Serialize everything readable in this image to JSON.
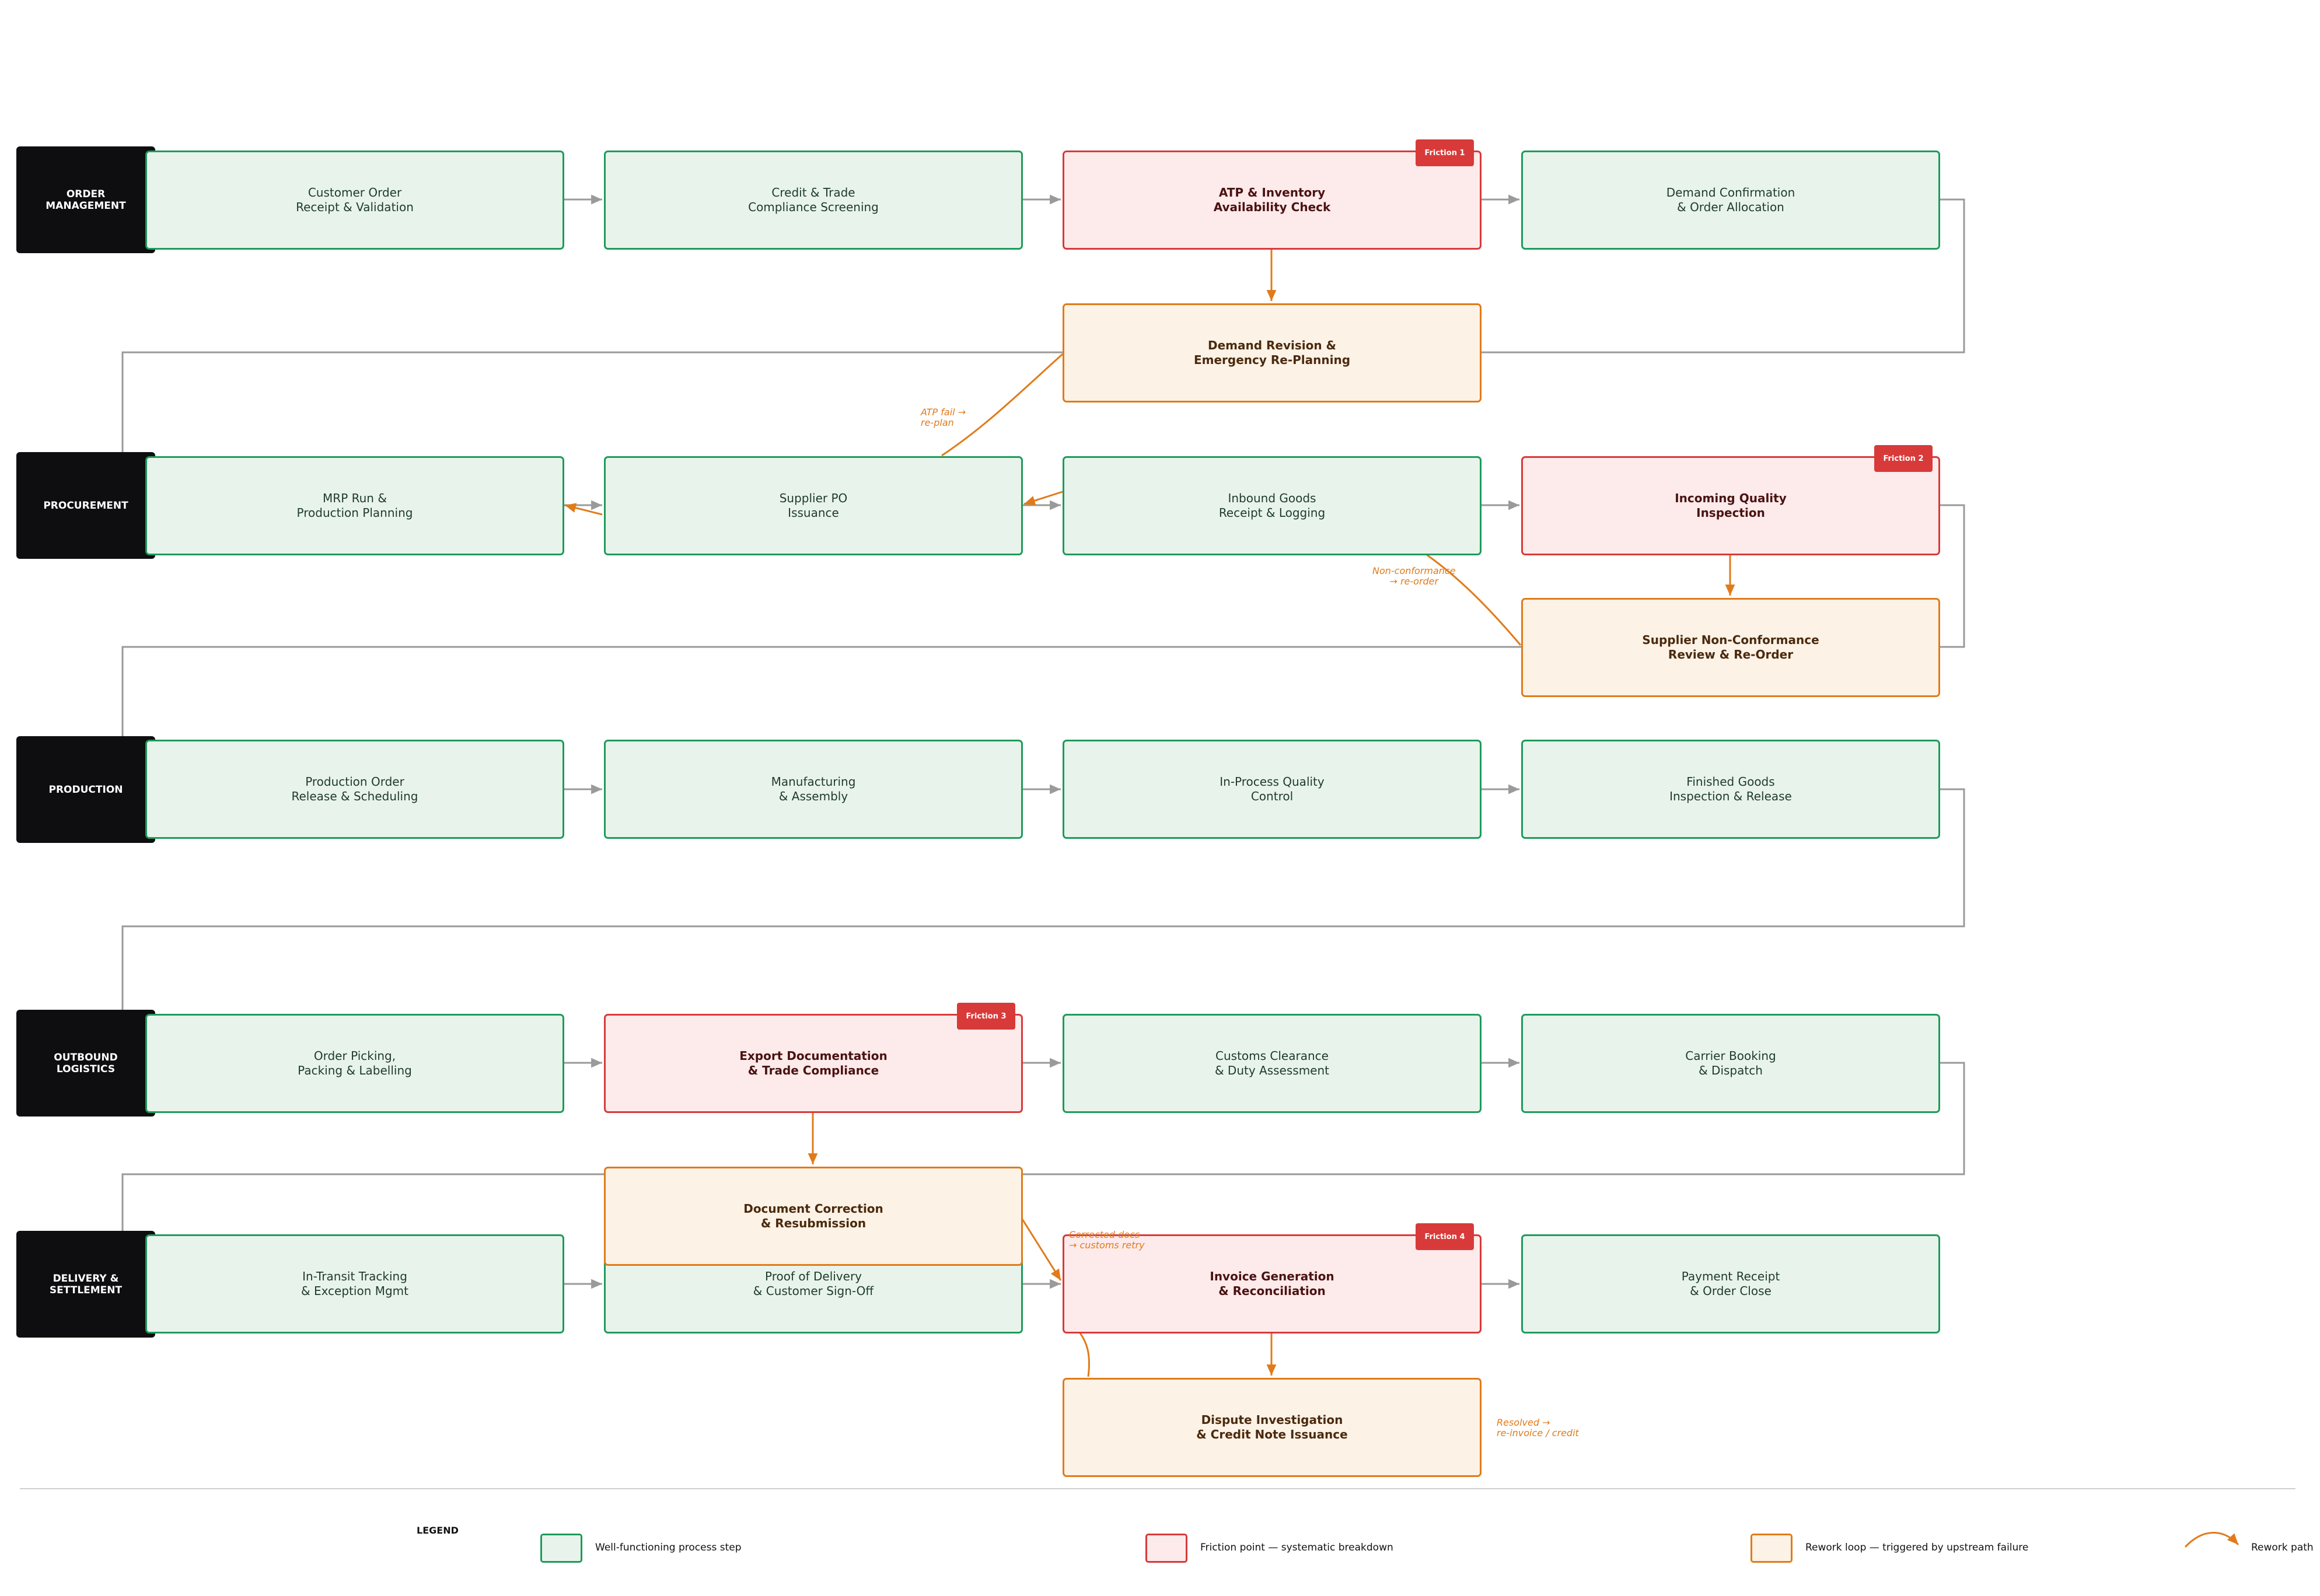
{
  "lanes": {
    "order_management": "ORDER\nMANAGEMENT",
    "procurement": "PROCUREMENT",
    "production": "PRODUCTION",
    "outbound_logistics": "OUTBOUND\nLOGISTICS",
    "delivery_settlement": "DELIVERY &\nSETTLEMENT"
  },
  "steps": {
    "customer_order": "Customer Order\nReceipt & Validation",
    "credit_trade": "Credit & Trade\nCompliance Screening",
    "atp_check": "ATP & Inventory\nAvailability Check",
    "demand_confirmation": "Demand Confirmation\n& Order Allocation",
    "demand_revision": "Demand Revision &\nEmergency Re-Planning",
    "mrp_run": "MRP Run &\nProduction Planning",
    "supplier_po": "Supplier PO\nIssuance",
    "inbound_goods": "Inbound Goods\nReceipt & Logging",
    "incoming_quality": "Incoming Quality\nInspection",
    "supplier_nonconformance": "Supplier Non-Conformance\nReview & Re-Order",
    "production_order": "Production Order\nRelease & Scheduling",
    "manufacturing": "Manufacturing\n& Assembly",
    "inprocess_quality": "In-Process Quality\nControl",
    "finished_goods": "Finished Goods\nInspection & Release",
    "order_picking": "Order Picking,\nPacking & Labelling",
    "export_docs": "Export Documentation\n& Trade Compliance",
    "customs_clearance": "Customs Clearance\n& Duty Assessment",
    "carrier_booking": "Carrier Booking\n& Dispatch",
    "document_correction": "Document Correction\n& Resubmission",
    "intransit_tracking": "In-Transit Tracking\n& Exception Mgmt",
    "proof_delivery": "Proof of Delivery\n& Customer Sign-Off",
    "invoice_generation": "Invoice Generation\n& Reconciliation",
    "payment_receipt": "Payment Receipt\n& Order Close",
    "dispute_investigation": "Dispute Investigation\n& Credit Note Issuance"
  },
  "badges": {
    "friction1": "Friction 1",
    "friction2": "Friction 2",
    "friction3": "Friction 3",
    "friction4": "Friction 4"
  },
  "notes": {
    "atp_fail": "ATP fail →\nre-plan",
    "nonconformance": "Non-conformance\n→ re-order",
    "corrected_docs": "Corrected docs\n→ customs retry",
    "resolved": "Resolved →\nre-invoice / credit"
  },
  "legend": {
    "title": "LEGEND",
    "ok": "Well-functioning process step",
    "friction": "Friction point — systematic breakdown",
    "rework": "Rework loop — triggered by upstream failure",
    "path": "Rework path"
  },
  "colors": {
    "ok_fill": "#e8f4eb",
    "ok_border": "#1e9b5b",
    "friction_fill": "#fdeaea",
    "friction_border": "#d83a3a",
    "rework_fill": "#fdf2e6",
    "rework_border": "#e07b1a",
    "connector": "#9a9a9a",
    "lane_fill": "#0e0e10"
  }
}
